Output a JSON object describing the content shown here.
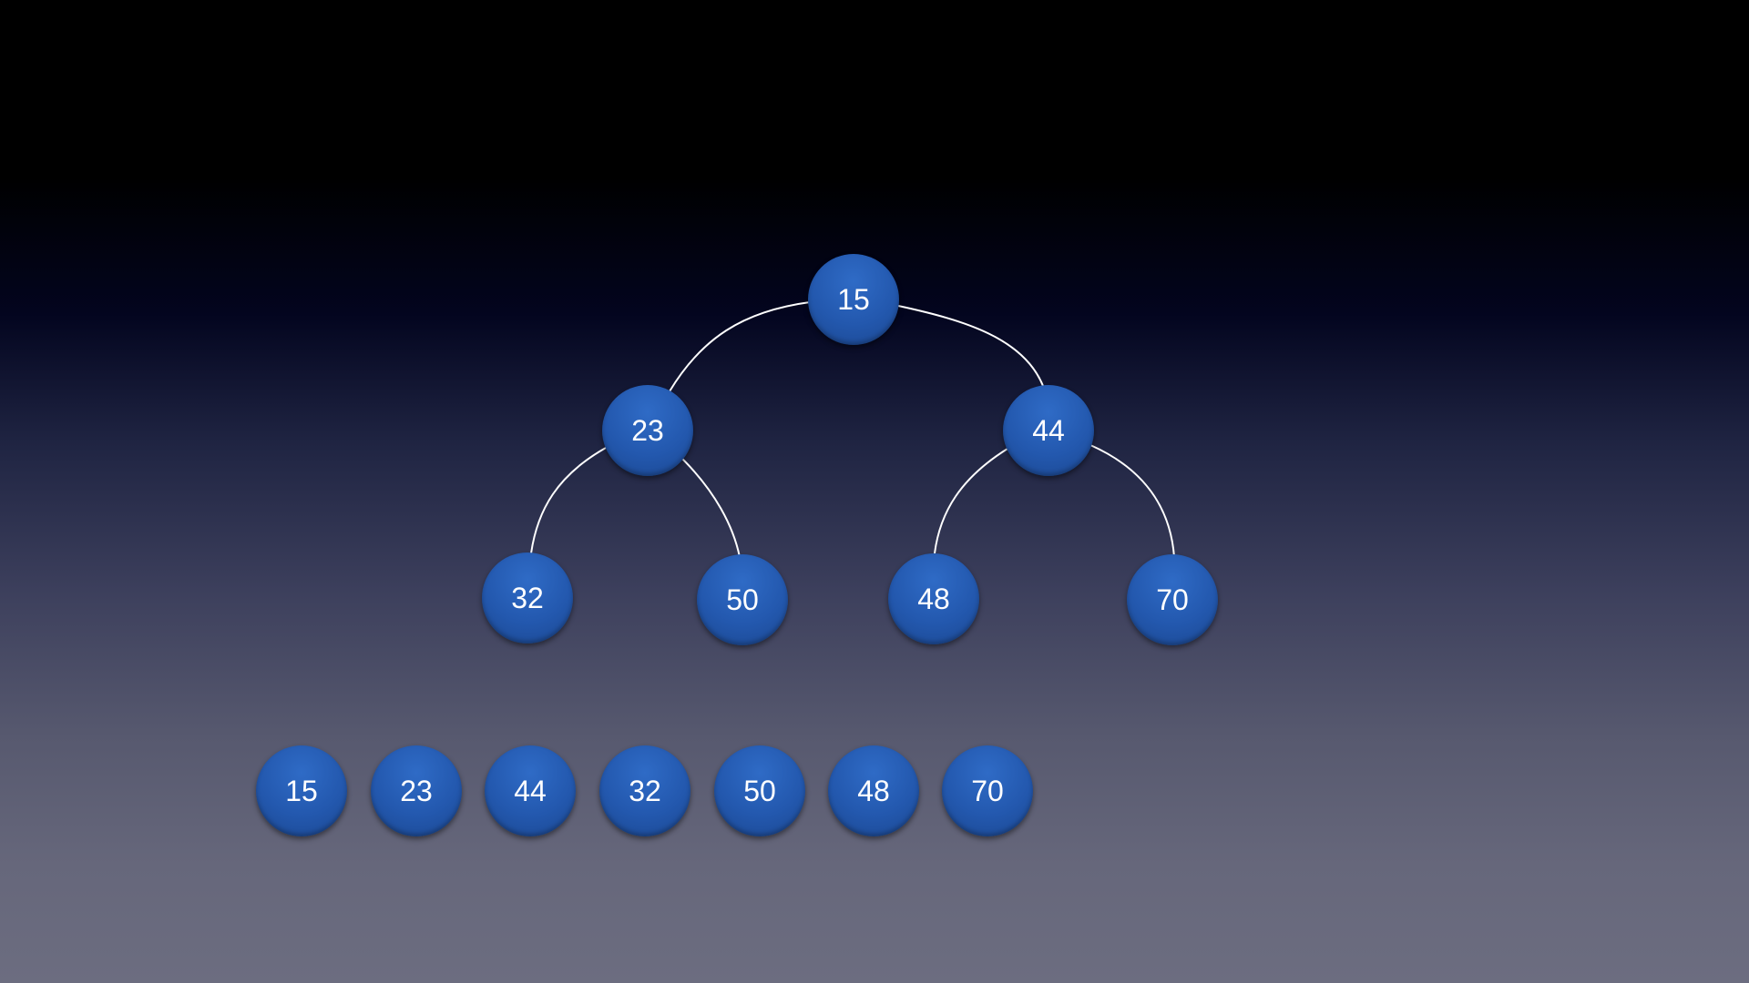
{
  "tree": {
    "nodes": [
      {
        "id": "n0",
        "label": "15"
      },
      {
        "id": "n1",
        "label": "23"
      },
      {
        "id": "n2",
        "label": "44"
      },
      {
        "id": "n3",
        "label": "32"
      },
      {
        "id": "n4",
        "label": "50"
      },
      {
        "id": "n5",
        "label": "48"
      },
      {
        "id": "n6",
        "label": "70"
      }
    ],
    "edges": [
      {
        "from": "n0",
        "to": "n1"
      },
      {
        "from": "n0",
        "to": "n2"
      },
      {
        "from": "n1",
        "to": "n3"
      },
      {
        "from": "n1",
        "to": "n4"
      },
      {
        "from": "n2",
        "to": "n5"
      },
      {
        "from": "n2",
        "to": "n6"
      }
    ]
  },
  "array": {
    "items": [
      "15",
      "23",
      "44",
      "32",
      "50",
      "48",
      "70"
    ]
  },
  "colors": {
    "node_fill": "#2358ae",
    "edge": "#ffffff",
    "text": "#ffffff"
  }
}
